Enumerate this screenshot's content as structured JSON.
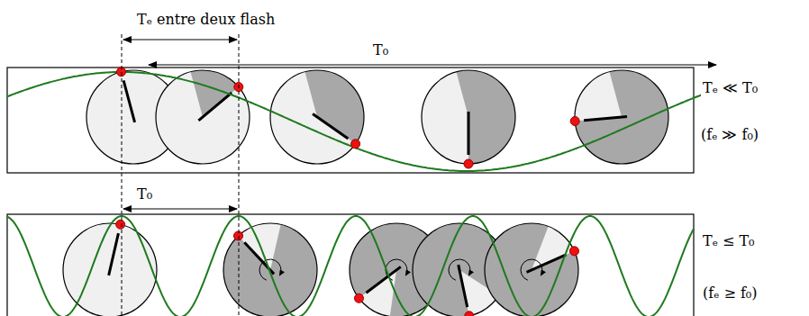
{
  "diagram": {
    "labels": [
      "Tₑ entre deux flash",
      "T₀",
      "Tₑ ≪ T₀",
      "(fₑ ≫ f₀)",
      "T₀",
      "Tₑ ≤ T₀",
      "(fₑ ≥ f₀)"
    ]
  }
}
